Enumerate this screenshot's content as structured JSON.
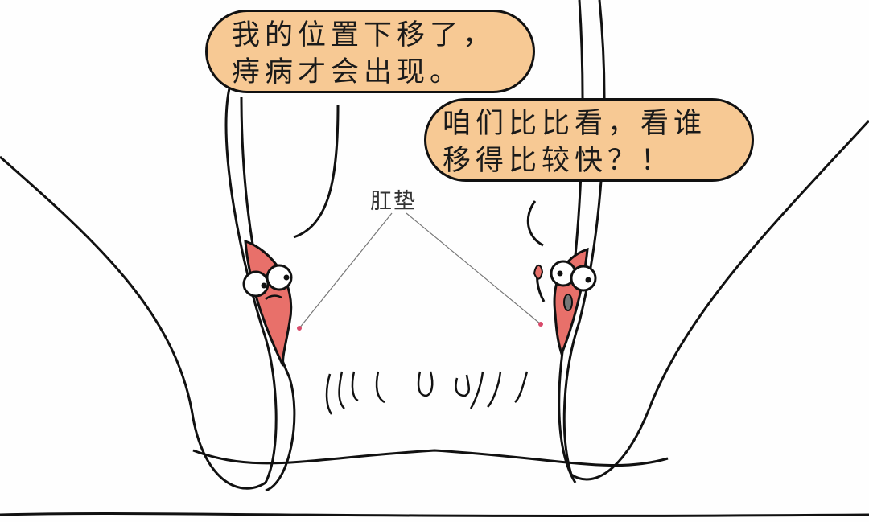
{
  "speech_bubbles": [
    {
      "line1": "我的位置下移了，",
      "line2": "痔病才会出现。"
    },
    {
      "line1": "咱们比比看，看谁",
      "line2": "移得比较快？！"
    }
  ],
  "annotation": {
    "label": "肛垫"
  },
  "colors": {
    "bubble_fill": "#f7c994",
    "cushion_red": "#e8706a",
    "outline": "#111111",
    "pointer_dot": "#d84a6a"
  }
}
